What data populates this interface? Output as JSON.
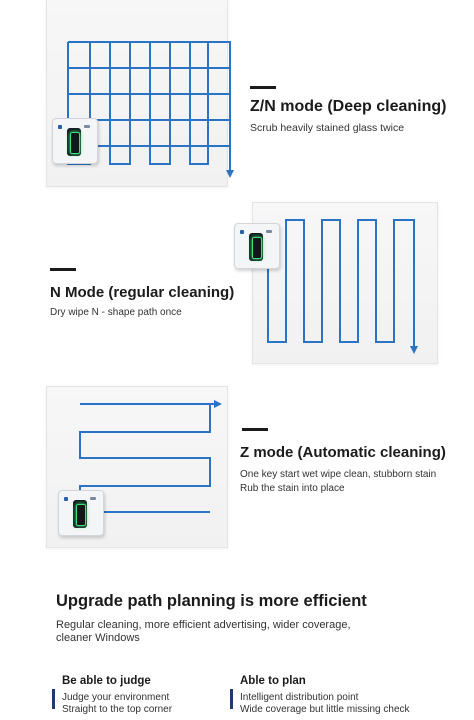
{
  "top_partial_text": "…  …",
  "modes": [
    {
      "title": "Z/N mode (Deep cleaning)",
      "description_lines": [
        "Scrub heavily stained glass twice"
      ]
    },
    {
      "title": "N Mode (regular cleaning)",
      "description_lines": [
        "Dry wipe N - shape path once"
      ]
    },
    {
      "title": "Z mode (Automatic cleaning)",
      "description_lines": [
        "One key start wet wipe clean, stubborn stain",
        "Rub the stain into place"
      ]
    }
  ],
  "upgrade": {
    "heading": "Upgrade path planning is more efficient",
    "description_lines": [
      "Regular cleaning, more efficient advertising, wider coverage,",
      "cleaner Windows"
    ]
  },
  "features": [
    {
      "title": "Be able to judge",
      "lines": [
        "Judge your environment",
        "Straight to the top corner"
      ]
    },
    {
      "title": "Able to plan",
      "lines": [
        "Intelligent distribution point",
        "Wide coverage but little missing check"
      ]
    }
  ],
  "colors": {
    "path": "#2a73c5",
    "accent_bar": "#1f3a70",
    "robot_light": "#3ee07d"
  },
  "icons": [
    "robot-icon",
    "arrow-down-icon",
    "arrow-right-icon"
  ]
}
